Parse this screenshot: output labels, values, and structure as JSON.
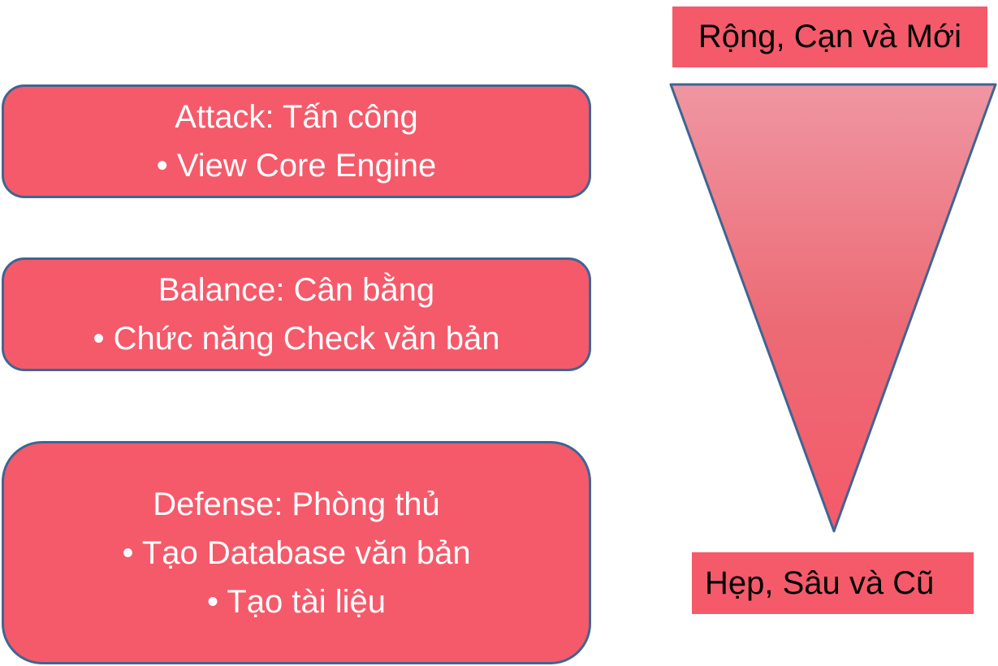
{
  "colors": {
    "box_fill": "#f55a6a",
    "box_border": "#3f6592",
    "funnel_top": "#ef94a0",
    "funnel_bottom": "#f55a6a"
  },
  "boxes": [
    {
      "title": "Attack: Tấn công",
      "bullets": [
        "• View Core Engine"
      ]
    },
    {
      "title": "Balance: Cân bằng",
      "bullets": [
        "• Chức năng Check văn bản"
      ]
    },
    {
      "title": "Defense: Phòng thủ",
      "bullets": [
        "• Tạo Database văn bản",
        "• Tạo tài liệu"
      ]
    }
  ],
  "funnel": {
    "top_label": "Rộng, Cạn và Mới",
    "bottom_label": "Hẹp, Sâu và Cũ"
  }
}
